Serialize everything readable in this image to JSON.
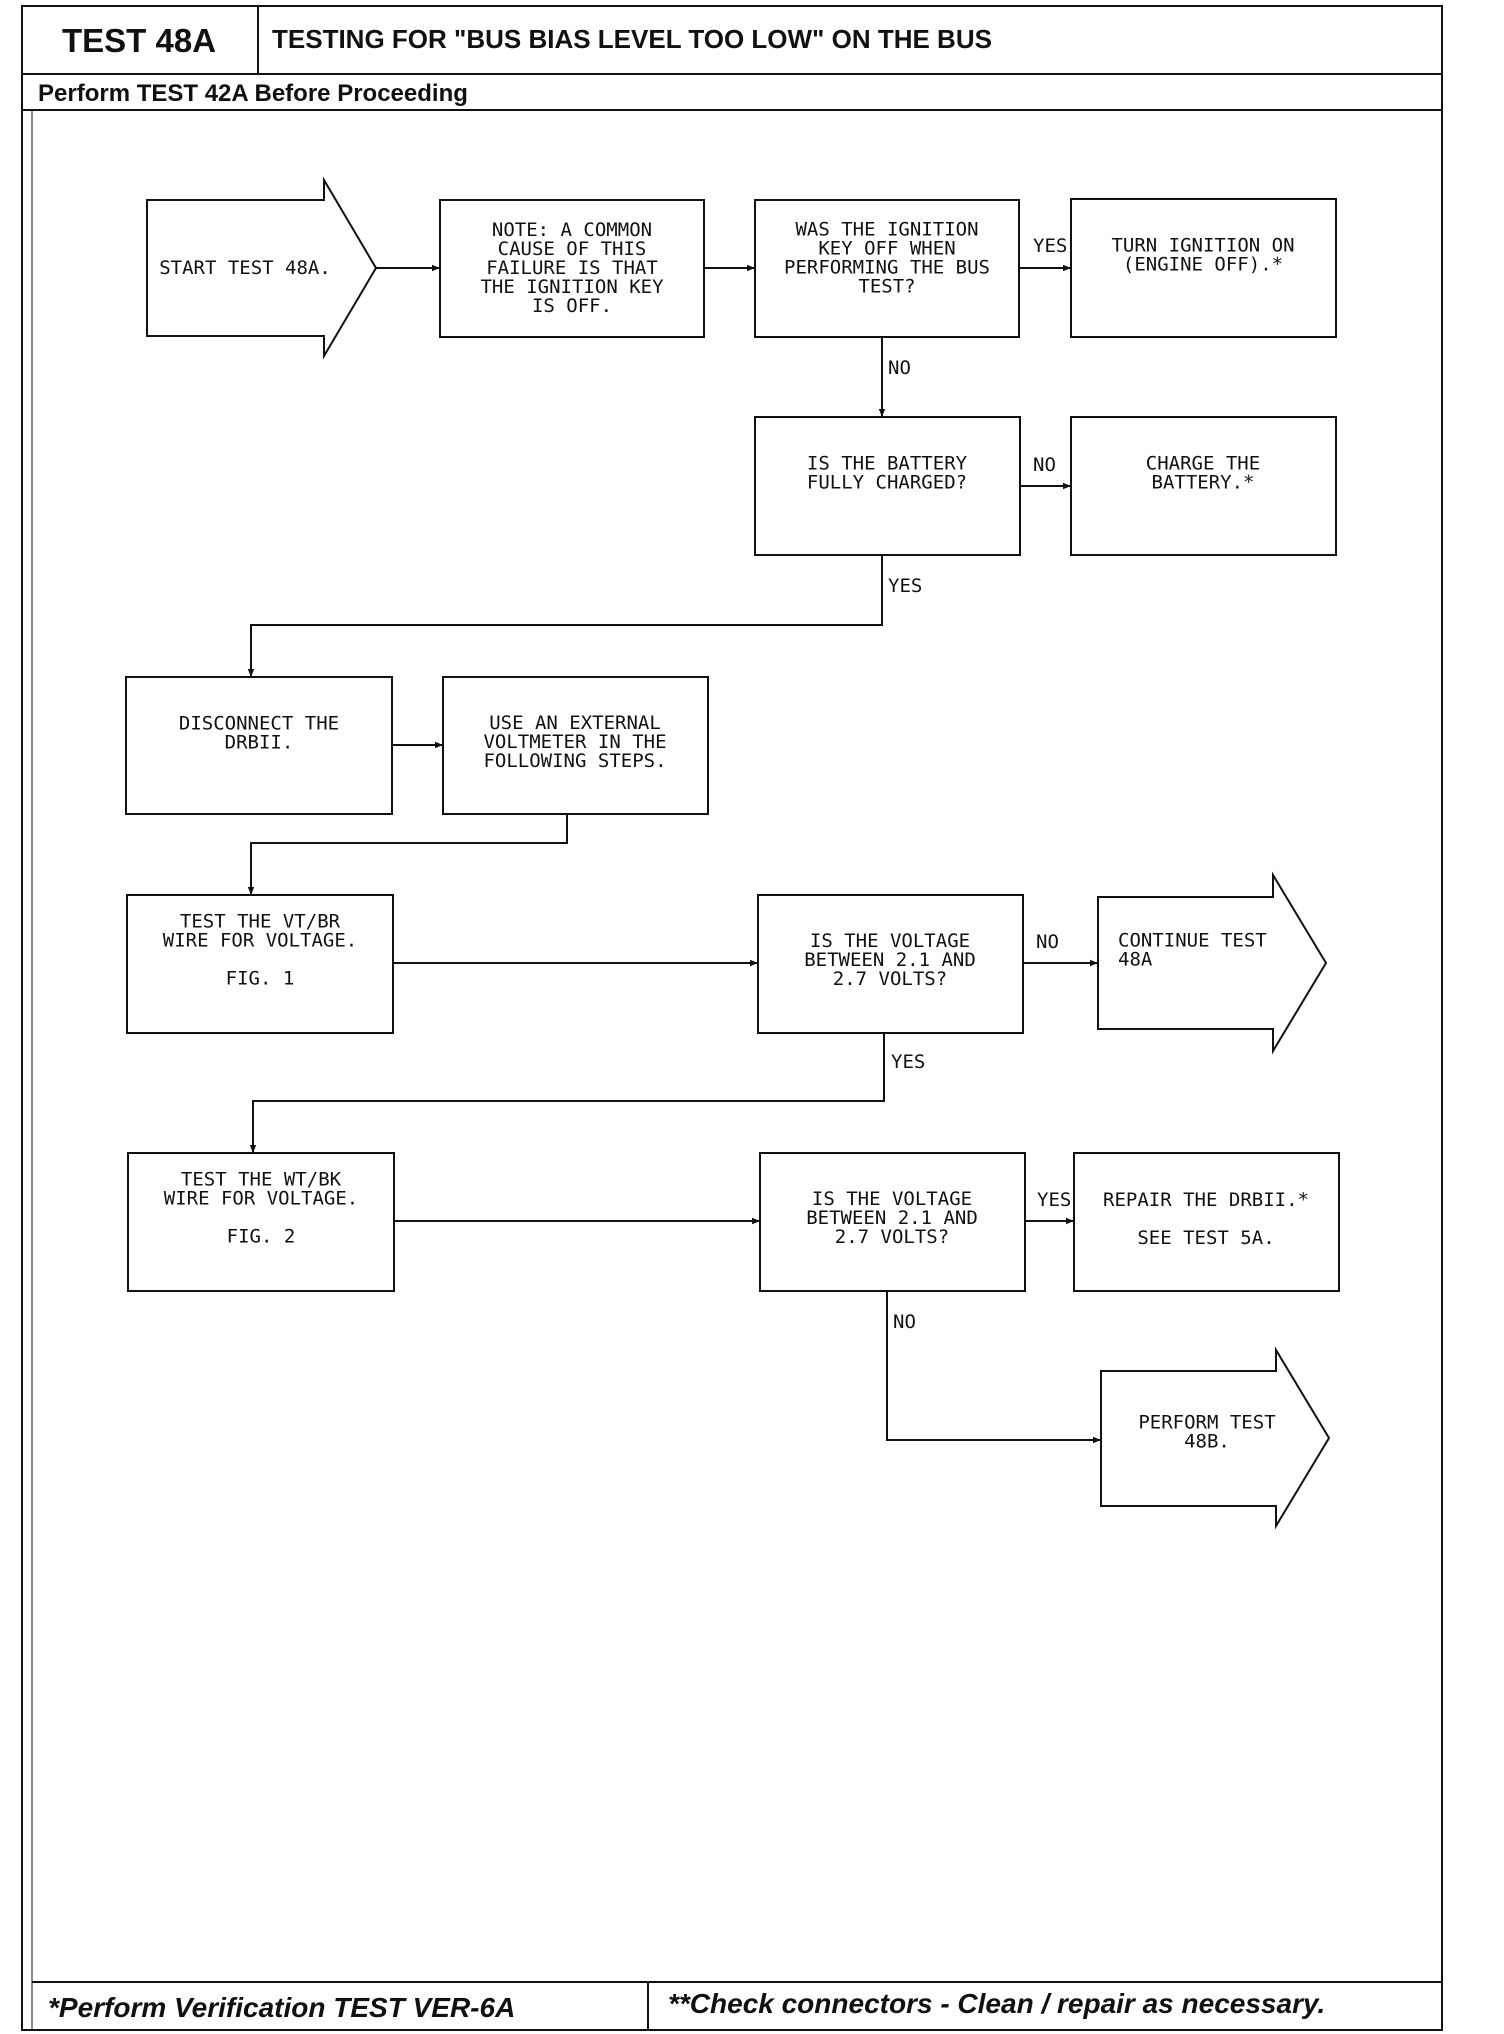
{
  "header": {
    "test_id": "TEST 48A",
    "title": "TESTING FOR \"BUS BIAS LEVEL TOO LOW\" ON THE BUS",
    "prerequisite": "Perform TEST 42A Before Proceeding"
  },
  "footer": {
    "left": "*Perform Verification TEST VER-6A",
    "right": "**Check connectors - Clean / repair as necessary."
  },
  "nodes": {
    "start": [
      "START TEST 48A."
    ],
    "note": [
      "NOTE: A COMMON",
      "CAUSE OF THIS",
      "FAILURE IS THAT",
      "THE IGNITION KEY",
      "IS OFF."
    ],
    "q_ignition": [
      "WAS THE IGNITION",
      "KEY OFF WHEN",
      "PERFORMING THE BUS",
      "TEST?"
    ],
    "ignition_on": [
      "TURN IGNITION ON",
      "(ENGINE OFF).*"
    ],
    "q_battery": [
      "IS THE BATTERY",
      "FULLY CHARGED?"
    ],
    "charge": [
      "CHARGE THE",
      "BATTERY.*"
    ],
    "disconnect": [
      "DISCONNECT THE",
      "DRBII."
    ],
    "voltmeter": [
      "USE AN EXTERNAL",
      "VOLTMETER IN THE",
      "FOLLOWING STEPS."
    ],
    "test_vtbr": [
      "TEST THE VT/BR",
      "WIRE FOR VOLTAGE.",
      "",
      "FIG. 1"
    ],
    "q_volt1": [
      "IS THE VOLTAGE",
      "BETWEEN 2.1 AND",
      "2.7 VOLTS?"
    ],
    "continue": [
      "CONTINUE TEST",
      "48A"
    ],
    "test_wtbk": [
      "TEST THE WT/BK",
      "WIRE FOR VOLTAGE.",
      "",
      "FIG. 2"
    ],
    "q_volt2": [
      "IS THE VOLTAGE",
      "BETWEEN 2.1 AND",
      "2.7 VOLTS?"
    ],
    "repair": [
      "REPAIR THE DRBII.*",
      "",
      "SEE TEST 5A."
    ],
    "perform48b": [
      "PERFORM TEST",
      "48B."
    ]
  },
  "edge_labels": {
    "ign_yes": "YES",
    "ign_no": "NO",
    "bat_no": "NO",
    "bat_yes": "YES",
    "v1_no": "NO",
    "v1_yes": "YES",
    "v2_yes": "YES",
    "v2_no": "NO"
  }
}
